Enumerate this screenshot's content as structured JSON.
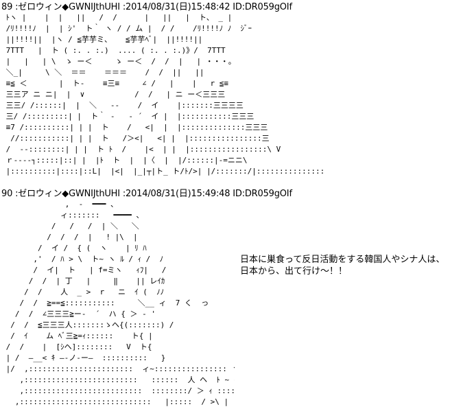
{
  "posts": [
    {
      "number": "89",
      "separator": " :",
      "name": "ゼロウィン",
      "trip_marker": "◆",
      "trip": "GWNIJthUHI",
      "date_sep": " :",
      "date": "2014/08/31",
      "weekday": "(日)",
      "time": "15:48:42",
      "id": " ID:DR059gOIf",
      "ascii_art": " ﾄヽ |    |  |   ||   /  /      |   ||   |  ト、 _ |\n /ﾘ!!!!ﾉ  |  | ｼ'  ト｀ ヽ / / ム |  / /    /ﾘ!!!!ﾉ ﾉ  ｼﾞｰ\n ||!!!!||  |ヽ / ≦芋芋ミ、   ≦芋芋ﾍﾞ|  ||!!!!||\n 7TTT   |  ト ( :. . :.)  .... ( :. . :.)》/  7TTT\n |   |   | \\  ゝ ー＜     ゝ ー＜  /  /  |   | ・・・。\n ＼_|     \\ ＼  ＝＝    ＝＝＝    /  /  ||   ||\n ≡≦ ＜       |  ト-    ≡三≡     ∠ /   |    |   r ≦≡\n 三三ア ニ ニ|  |  ∨           /  /   | ニ ー＜三三三\n 三三/ /::::::|  |  ＼   ‐‐    /  イ    |:::::::三三三三\n 三/ /:::::::::| |  ト｀ ‐   ‐ ´  イ |  |:::::::::::三三三\n ≡7 /::::::::::| | |  ト    /   <|  |  |::::::::::::::三三三\n  //:::::::::::| | |  ト   /＞<|   <| |  |::::::::::::::::三\n /  ‐‐::::::::| | |  ト ﾄ  /    |<  | |  |:::::::::::::::::\\ V\n ｒ‐‐‐‐┐:::::|::| |  |ﾄ  ト  |  |〈  |  |/::::::|-=ニニ\\\n |::::::::::|::::|::L|  |<|  |_|┬|ト_ ト/ﾄ/>| |/:::::::/|:::::::::::::::｝"
    },
    {
      "number": "90",
      "separator": " :",
      "name": "ゼロウィン",
      "trip_marker": "◆",
      "trip": "GWNIJthUHI",
      "date_sep": " :",
      "date": "2014/08/31",
      "weekday": "(日)",
      "time": "15:49:48",
      "id": " ID:DR059gOIf",
      "ascii_art": "              ,  -  ━━━ 、\n             ィ:::::::   ━━━━ 、\n           /   /   /  | ＼   ＼\n          /  /  /  |   ! |\\  |\n        /  イ /  { (  ヽ    | ﾘ ﾊ\n       ,'  / ﾊ > \\  ト~ ヽ ﾙ / ｨ /  ﾉ\n       /  イ|  ト   | f=ミヽ   ｨﾌ|   /\n      /  /  | 丁   |     ‖    || レｲｶ\n     /  /    人  _ >  r   ニ  ｲ (  ﾉﾉ\n    /  /  ≧==≦:::::::::::     ＼__ ィ  7 く  っ\n   /  /  ∠三三三≧ー‐  ´  ハ { ＞ ‐ '\n  /  /  ≦三三三人:::::::ゝヘ{(:::::::) /\n  /  ｲ    ム ﾍﾞ三≧=ｨ::::::    ト{ |\n /  /    |  [ｼヘ]::::::::   V  ト{\n | /  ―__< ｷ ―‐ノ‐ー―  ::::::::::   }\n |/  ,:::::::::::::::::::::::  ィ~:::::::::::::::: ヽ\n    ,:::::::::::::::::::::::::   ::::::  人 ヘ  ﾄ ~ {ｸ\n    ,::::::::::::::::::::::::::  ::::::::/ ＞ ｨ ::::: ぐ\n   ,:::::::::::::::::::::::::::::   |:::::  / >\\ |  |\n   ,::::::::::::::::::::::::::::: /  /|>   ||",
      "message_lines": [
        "日本に巣食って反日活動をする韓国人やシナ人は、",
        "日本から、出て行け～！！"
      ]
    }
  ]
}
